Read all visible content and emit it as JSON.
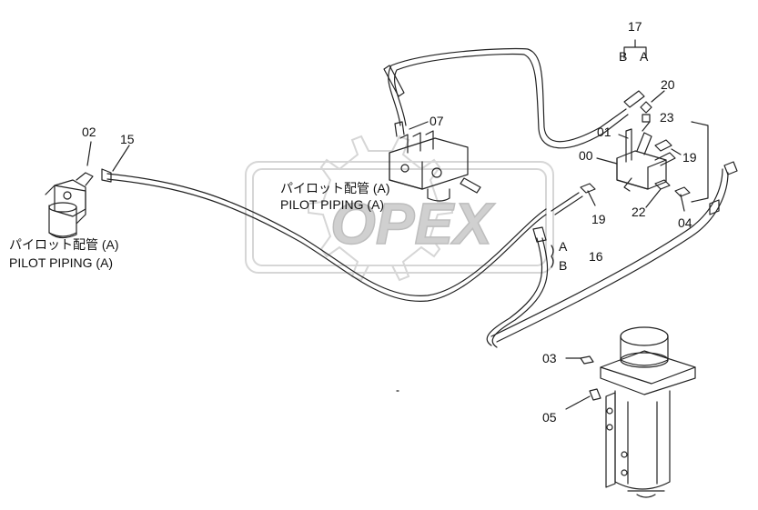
{
  "callouts": {
    "p01": "01",
    "p02": "02",
    "p03": "03",
    "p04": "04",
    "p05": "05",
    "p07": "07",
    "p15": "15",
    "p16": "16",
    "p17": "17",
    "p19a": "19",
    "p19b": "19",
    "p20": "20",
    "p22": "22",
    "p23": "23",
    "p00": "00",
    "a16": "A",
    "b16": "B",
    "a17": "A",
    "b17": "B"
  },
  "captions": {
    "left_jp": "パイロット配管 (A)",
    "left_en": "PILOT PIPING (A)",
    "center_jp": "パイロット配管 (A)",
    "center_en": "PILOT PIPING (A)"
  },
  "watermark": {
    "text": "OPEX",
    "color": "#c8c8c8"
  },
  "line_color": "#222222"
}
